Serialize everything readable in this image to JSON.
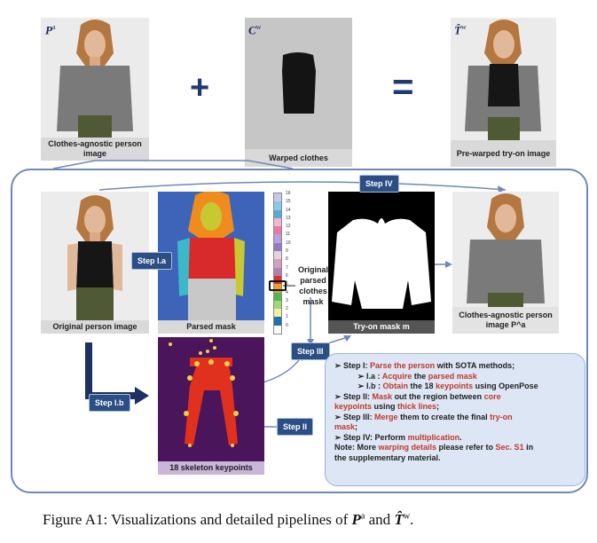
{
  "top_row": {
    "pa": {
      "symbol": "P",
      "sup": "a",
      "caption": "Clothes-agnostic person image"
    },
    "cw": {
      "symbol": "C",
      "sup": "w",
      "caption": "Warped clothes"
    },
    "tw": {
      "symbol": "T̂",
      "sup": "w",
      "caption": "Pre-warped try-on image"
    },
    "plus": "+",
    "equals": "="
  },
  "pipeline": {
    "orig_caption": "Original person image",
    "parsed_caption": "Parsed mask",
    "tryon_caption": "Try-on mask m",
    "agnostic_caption": "Clothes-agnostic person image P^a",
    "skeleton_caption": "18 skeleton keypoints",
    "side_label": "Original parsed clothes mask",
    "legend_ticks": [
      "16",
      "15",
      "14",
      "13",
      "12",
      "11",
      "10",
      "9",
      "8",
      "7",
      "6",
      "5",
      "4",
      "3",
      "2",
      "1",
      "0"
    ],
    "legend_colors": [
      "#c9c9f0",
      "#88c8e8",
      "#55a8d8",
      "#f0b8d0",
      "#e878a8",
      "#b8a0d8",
      "#9878c0",
      "#e8d0e0",
      "#d0a0c0",
      "#b080b0",
      "#d83030",
      "#f0a020",
      "#50b850",
      "#a0d878",
      "#f0f0a0",
      "#2070b0",
      "#ffffff"
    ],
    "steps": {
      "s1a": "Step I.a",
      "s1b": "Step I.b",
      "s2": "Step II",
      "s3": "Step III",
      "s4": "Step IV"
    }
  },
  "notes": {
    "lines": [
      {
        "indent": 0,
        "parts": [
          {
            "t": "➢ Step I: ",
            "red": false
          },
          {
            "t": "Parse the person",
            "red": true
          },
          {
            "t": " with SOTA methods;",
            "red": false
          }
        ]
      },
      {
        "indent": 1,
        "parts": [
          {
            "t": "➢ I.a : ",
            "red": false
          },
          {
            "t": "Acquire",
            "red": true
          },
          {
            "t": " the ",
            "red": false
          },
          {
            "t": "parsed mask",
            "red": true
          }
        ]
      },
      {
        "indent": 1,
        "parts": [
          {
            "t": "➢ I.b : ",
            "red": false
          },
          {
            "t": "Obtain",
            "red": true
          },
          {
            "t": " the 18 ",
            "red": false
          },
          {
            "t": "keypoints",
            "red": true
          },
          {
            "t": " using OpenPose",
            "red": false
          }
        ]
      },
      {
        "indent": 0,
        "parts": [
          {
            "t": "➢ Step II: ",
            "red": false
          },
          {
            "t": "Mask",
            "red": true
          },
          {
            "t": " out the region between ",
            "red": false
          },
          {
            "t": "core",
            "red": true
          }
        ]
      },
      {
        "indent": 0,
        "parts": [
          {
            "t": "    keypoints",
            "red": true
          },
          {
            "t": " using ",
            "red": false
          },
          {
            "t": "thick lines",
            "red": true
          },
          {
            "t": ";",
            "red": false
          }
        ]
      },
      {
        "indent": 0,
        "parts": [
          {
            "t": "➢ Step III: ",
            "red": false
          },
          {
            "t": "Merge",
            "red": true
          },
          {
            "t": " them to create the final ",
            "red": false
          },
          {
            "t": "try-on",
            "red": true
          }
        ]
      },
      {
        "indent": 0,
        "parts": [
          {
            "t": "    mask",
            "red": true
          },
          {
            "t": ";",
            "red": false
          }
        ]
      },
      {
        "indent": 0,
        "parts": [
          {
            "t": "➢ Step IV: Perform ",
            "red": false
          },
          {
            "t": "multiplication",
            "red": true
          },
          {
            "t": ".",
            "red": false
          }
        ]
      },
      {
        "indent": 0,
        "parts": [
          {
            "t": " ",
            "red": false
          }
        ]
      },
      {
        "indent": 0,
        "parts": [
          {
            "t": "Note: More ",
            "red": false
          },
          {
            "t": "warping details",
            "red": true
          },
          {
            "t": " please refer to ",
            "red": false
          },
          {
            "t": "Sec. S1",
            "red": true
          },
          {
            "t": " in",
            "red": false
          }
        ]
      },
      {
        "indent": 0,
        "parts": [
          {
            "t": "the supplementary material.",
            "red": false
          }
        ]
      }
    ]
  },
  "figure_caption": {
    "prefix": "Figure A1: Visualizations and detailed pipelines of ",
    "sym1": "P",
    "sup1": "a",
    "mid": " and ",
    "sym2": "T̂",
    "sup2": "w",
    "suffix": "."
  },
  "colors": {
    "accent": "#2b4e84",
    "panel_border": "#6f88b8",
    "red": "#c0392b",
    "notes_bg": "#dde6f4"
  }
}
